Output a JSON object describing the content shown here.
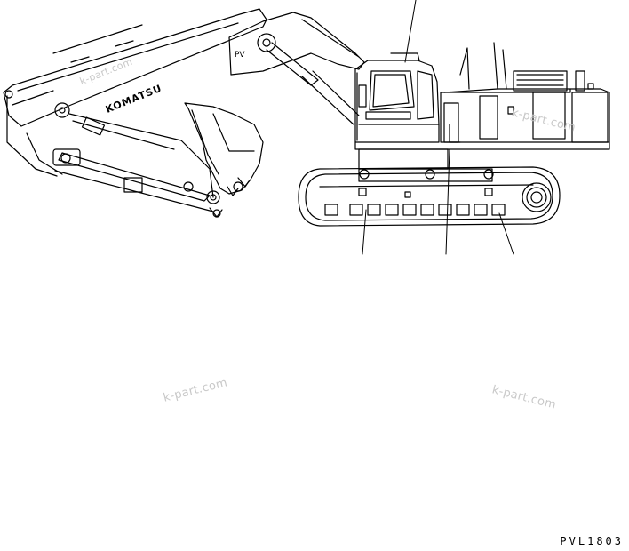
{
  "drawing": {
    "brand_text": "KOMATSU",
    "boom_mark": "PV",
    "drawing_code": "PVL1803",
    "watermark": "k-part.com"
  },
  "colors": {
    "line": "#000000",
    "watermark": "#c9c9c9",
    "background": "#ffffff"
  }
}
